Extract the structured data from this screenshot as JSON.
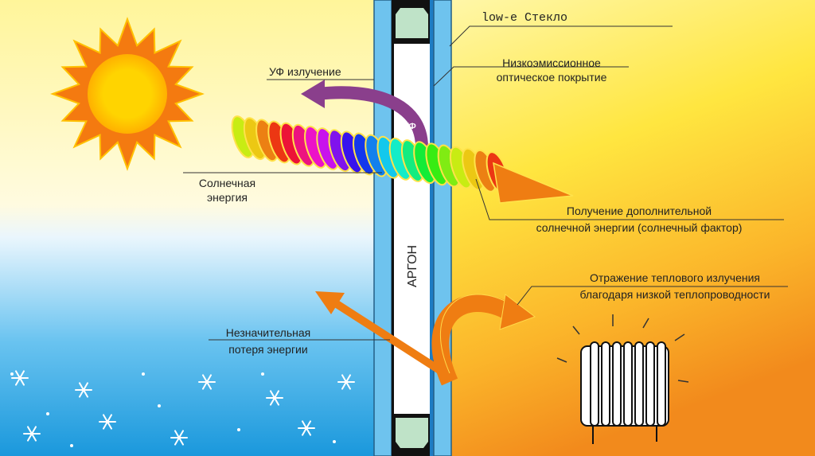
{
  "labels": {
    "low_e_glass": "low-e Стекло",
    "coating_line1": "Низкоэмиссионное",
    "coating_line2": "оптическое покрытие",
    "uv_radiation": "УФ излучение",
    "uv_short": "УФ",
    "solar_energy_line1": "Солнечная",
    "solar_energy_line2": "энергия",
    "solar_gain_line1": "Получение дополнительной",
    "solar_gain_line2": "солнечной энергии (солнечный фактор)",
    "argon": "АРГОН",
    "reflection_line1": "Отражение теплового излучения",
    "reflection_line2": "благодаря низкой теплопроводности",
    "loss_line1": "Незначительная",
    "loss_line2": "потеря энергии"
  },
  "colors": {
    "glass": "#6ec3ee",
    "arrow_orange": "#ef7d12",
    "uv_purple": "#8a3f8c",
    "sun": "#ffd200"
  }
}
